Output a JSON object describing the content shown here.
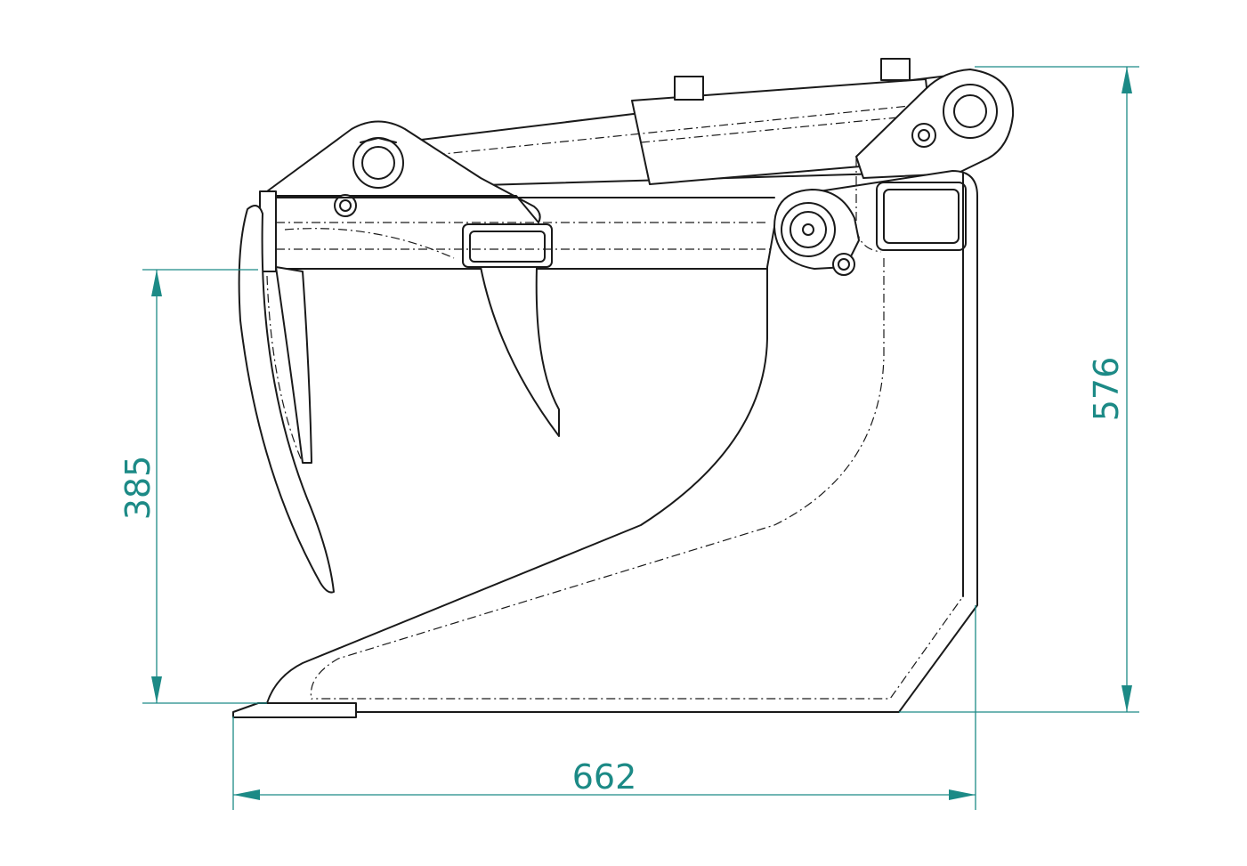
{
  "drawing": {
    "subject": "grapple-bucket-side-view"
  },
  "dimensions": {
    "height_left": "385",
    "height_right": "576",
    "width_bottom": "662"
  },
  "colors": {
    "dimension_line": "#1c8a86",
    "part_outline": "#1a1a1a",
    "background": "#ffffff"
  }
}
